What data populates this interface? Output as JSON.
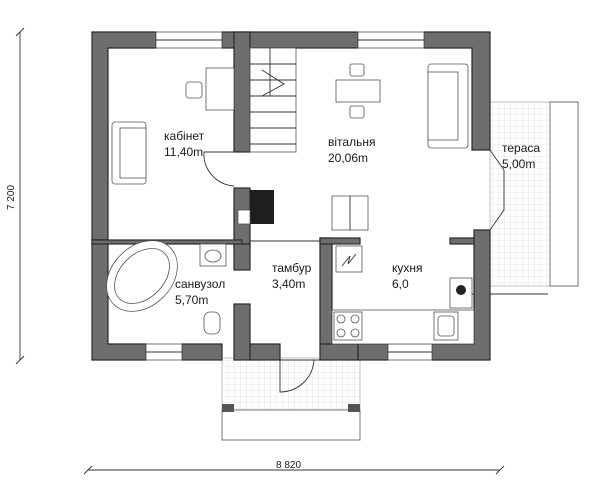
{
  "rooms": [
    {
      "name": "кабінет",
      "area": "11,40m"
    },
    {
      "name": "вітальня",
      "area": "20,06m"
    },
    {
      "name": "тераса",
      "area": "5,00m"
    },
    {
      "name": "санвузол",
      "area": "5,70m"
    },
    {
      "name": "тамбур",
      "area": "3,40m"
    },
    {
      "name": "кухня",
      "area": "6,0"
    }
  ],
  "dimensions": {
    "width": "8 820",
    "height": "7 200"
  },
  "colors": {
    "wall": "#6e6e6e",
    "line": "#333333",
    "tile": "#d9d9d9"
  }
}
